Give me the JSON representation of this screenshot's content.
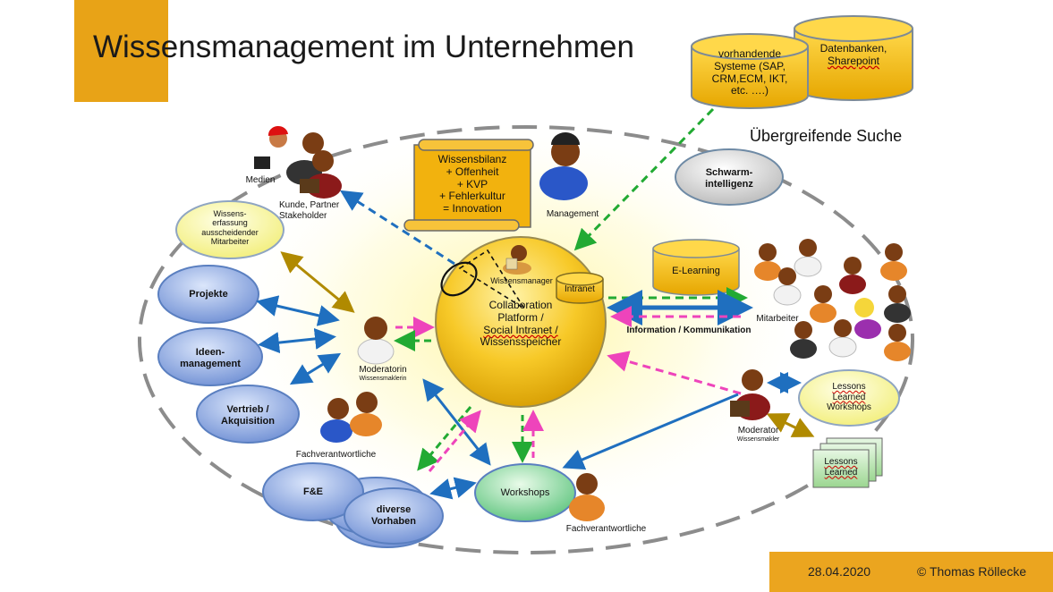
{
  "slide": {
    "title": "Wissensmanagement im Unternehmen",
    "date": "28.04.2020",
    "copyright": "© Thomas Röllecke",
    "accent_color": "#e8a317"
  },
  "databases": {
    "existing_systems": [
      "vorhandende",
      "Systeme (SAP,",
      "CRM,ECM, IKT,",
      "etc. ….)"
    ],
    "databases": [
      "Datenbanken,",
      "Sharepoint"
    ]
  },
  "search_label": "Übergreifende Suche",
  "knowledge_balance": [
    "Wissensbilanz",
    "+ Offenheit",
    "+ KVP",
    "+ Fehlerkultur",
    "= Innovation"
  ],
  "roles": {
    "management": "Management",
    "media": "Medien",
    "customer": [
      "Kunde, Partner",
      "Stakeholder"
    ],
    "knowledge_manager": "Wissensmanager",
    "moderator_left": "Moderatorin",
    "moderator_left_sub": "Wissensmaklerin",
    "moderator_right": "Moderator",
    "moderator_right_sub": "Wissensmakler",
    "experts_left": "Fachverantwortliche",
    "experts_bottom": "Fachverantwortliche",
    "employees": "Mitarbeiter"
  },
  "center": {
    "intranet": "Intranet",
    "platform": [
      "Collaboration",
      "Platform /",
      "Social Intranet /",
      "Wissensspeicher"
    ]
  },
  "nodes": {
    "swarm": [
      "Schwarm-",
      "intelligenz"
    ],
    "elearning": "E-Learning",
    "leaving": [
      "Wissens-",
      "erfassung",
      "ausscheidender",
      "Mitarbeiter"
    ],
    "projects": "Projekte",
    "ideas": [
      "Ideen-",
      "management"
    ],
    "sales": [
      "Vertrieb /",
      "Akquisition"
    ],
    "rnd": "F&E",
    "projects_misc": [
      "diverse",
      "Vorhaben"
    ],
    "workshops": "Workshops",
    "ll_workshops": [
      "Lessons",
      "Learned",
      "Workshops"
    ],
    "ll": [
      "Lessons",
      "Learned"
    ]
  },
  "info_label": "Information / Kommunikation",
  "colors": {
    "gold_light": "#ffe680",
    "gold_dark": "#e0a800",
    "blue_node": "#7a9fe0",
    "green_node": "#7ed39a",
    "arrow_blue": "#1f6fbf",
    "arrow_green": "#22aa33",
    "arrow_pink": "#ee44bb",
    "arrow_gold": "#b08a00"
  }
}
